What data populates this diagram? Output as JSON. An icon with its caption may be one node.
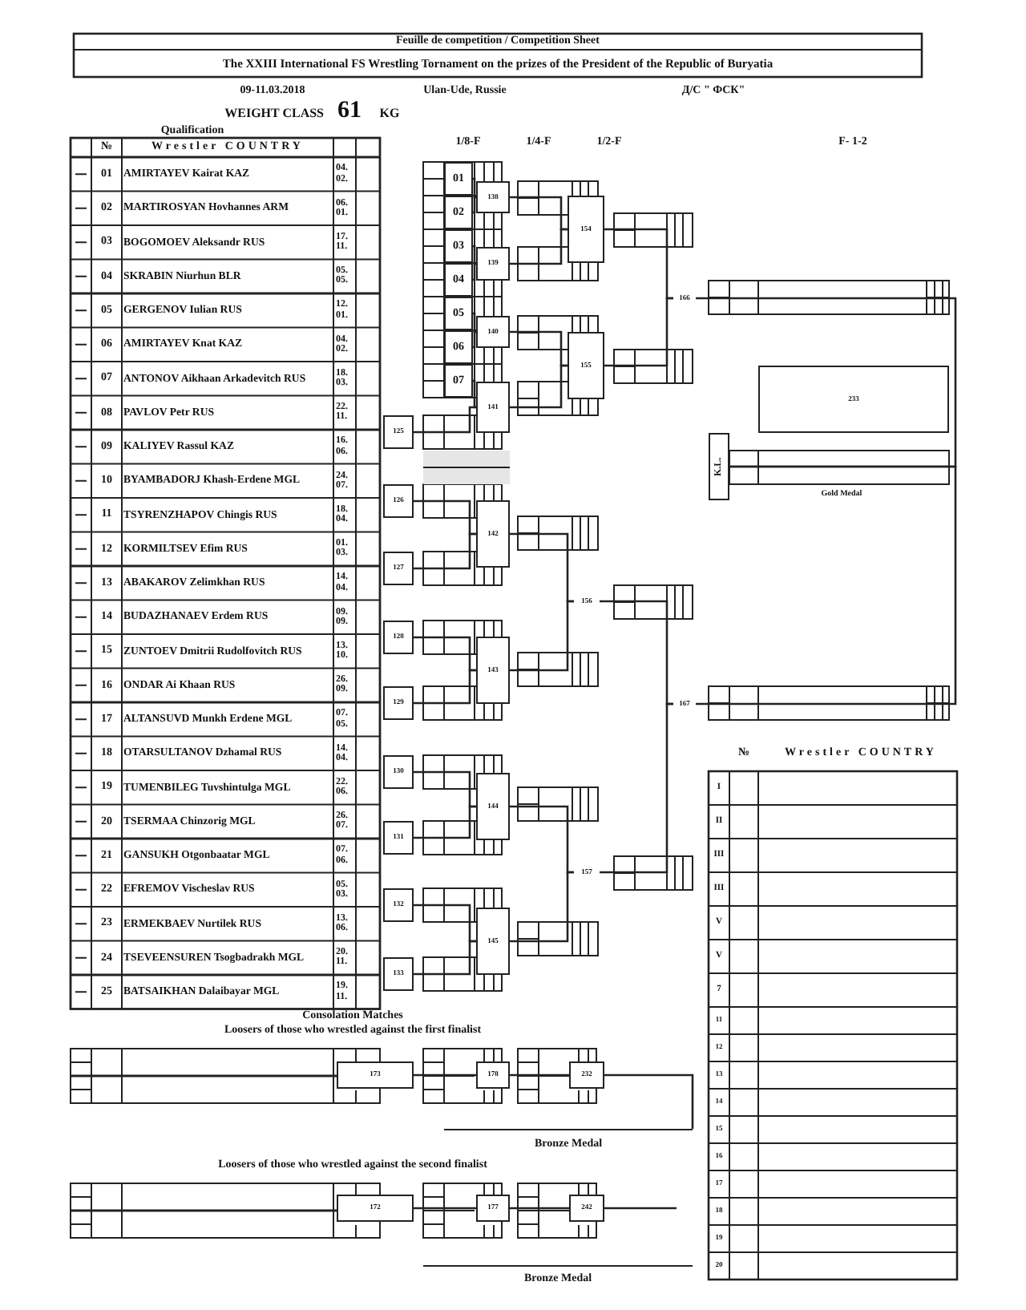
{
  "diagram": {
    "nodes": [
      {
        "text": [
          "01"
        ]
      },
      {
        "text": [
          "02"
        ]
      },
      {
        "text": [
          "03"
        ]
      },
      {
        "text": [
          "04"
        ]
      },
      {
        "text": [
          "05"
        ]
      },
      {
        "text": [
          "06"
        ]
      },
      {
        "text": [
          "07"
        ]
      },
      {
        "text": [
          "138"
        ]
      },
      {
        "text": [
          "139"
        ]
      },
      {
        "text": [
          "140"
        ]
      },
      {
        "text": [
          "141"
        ]
      },
      {
        "text": [
          "125"
        ]
      },
      {
        "text": [
          "126"
        ]
      },
      {
        "text": [
          "127"
        ]
      },
      {
        "text": [
          "128"
        ]
      },
      {
        "text": [
          "129"
        ]
      },
      {
        "text": [
          "130"
        ]
      },
      {
        "text": [
          "131"
        ]
      },
      {
        "text": [
          "132"
        ]
      },
      {
        "text": [
          "133"
        ]
      },
      {
        "text": [
          "142"
        ]
      },
      {
        "text": [
          "143"
        ]
      },
      {
        "text": [
          "144"
        ]
      },
      {
        "text": [
          "145"
        ]
      },
      {
        "text": [
          "154"
        ]
      },
      {
        "text": [
          "155"
        ]
      },
      {
        "text": [
          "156"
        ]
      },
      {
        "text": [
          "157"
        ]
      },
      {
        "text": [
          "166"
        ]
      },
      {
        "text": [
          "167"
        ]
      },
      {
        "text": [
          "233"
        ]
      },
      {
        "text": [
          "K.L."
        ]
      },
      {
        "text": [
          "173"
        ]
      },
      {
        "text": [
          "178"
        ]
      },
      {
        "text": [
          "232"
        ]
      },
      {
        "text": [
          "Bronze Medal"
        ]
      },
      {
        "text": [
          "172"
        ]
      },
      {
        "text": [
          "177"
        ]
      },
      {
        "text": [
          "242"
        ]
      }
    ],
    "edges": [
      {
        "from": 0,
        "to": 7,
        "arrow": "none"
      },
      {
        "from": 1,
        "to": 7,
        "arrow": "none"
      },
      {
        "from": 2,
        "to": 8,
        "arrow": "none"
      },
      {
        "from": 3,
        "to": 8,
        "arrow": "none"
      },
      {
        "from": 4,
        "to": 9,
        "arrow": "none"
      },
      {
        "from": 5,
        "to": 9,
        "arrow": "none"
      },
      {
        "from": 6,
        "to": 10,
        "arrow": "none"
      },
      {
        "from": 11,
        "to": 10,
        "arrow": "none"
      },
      {
        "from": 12,
        "to": 20,
        "arrow": "none"
      },
      {
        "from": 13,
        "to": 20,
        "arrow": "none"
      },
      {
        "from": 14,
        "to": 21,
        "arrow": "none"
      },
      {
        "from": 15,
        "to": 21,
        "arrow": "none"
      },
      {
        "from": 16,
        "to": 22,
        "arrow": "none"
      },
      {
        "from": 17,
        "to": 22,
        "arrow": "none"
      },
      {
        "from": 18,
        "to": 23,
        "arrow": "none"
      },
      {
        "from": 19,
        "to": 23,
        "arrow": "none"
      },
      {
        "from": 7,
        "to": 24,
        "arrow": "none"
      },
      {
        "from": 8,
        "to": 24,
        "arrow": "none"
      },
      {
        "from": 9,
        "to": 25,
        "arrow": "none"
      },
      {
        "from": 10,
        "to": 25,
        "arrow": "none"
      },
      {
        "from": 20,
        "to": 26,
        "arrow": "none"
      },
      {
        "from": 21,
        "to": 26,
        "arrow": "none"
      },
      {
        "from": 22,
        "to": 27,
        "arrow": "none"
      },
      {
        "from": 23,
        "to": 27,
        "arrow": "none"
      },
      {
        "from": 24,
        "to": 28,
        "arrow": "none"
      },
      {
        "from": 25,
        "to": 28,
        "arrow": "none"
      },
      {
        "from": 26,
        "to": 29,
        "arrow": "none"
      },
      {
        "from": 27,
        "to": 29,
        "arrow": "none"
      },
      {
        "from": 28,
        "to": 31,
        "arrow": "none"
      },
      {
        "from": 29,
        "to": 31,
        "arrow": "none"
      },
      {
        "from": 32,
        "to": 33,
        "arrow": "none"
      },
      {
        "from": 33,
        "to": 34,
        "arrow": "none"
      },
      {
        "from": 34,
        "to": 35,
        "arrow": "none"
      },
      {
        "from": 36,
        "to": 37,
        "arrow": "none"
      },
      {
        "from": 37,
        "to": 38,
        "arrow": "none"
      },
      {
        "from": 38,
        "to": null,
        "arrow": "none"
      }
    ],
    "labels": [
      "Feuille de competition / Competition Sheet",
      "The XXIII International FS Wrestling Tornament on the prizes of the President of the Republic of Buryatia",
      "09-11.03.2018",
      "Ulan-Ude, Russie",
      "Д/С \" ФСК\"",
      "WEIGHT CLASS",
      "61",
      "KG",
      "Qualification",
      "№",
      "Wrestler COUNTRY",
      "01",
      "AMIRTAYEV Kairat KAZ",
      "04. 02.",
      "02",
      "MARTIROSYAN Hovhannes ARM",
      "06. 01.",
      "03",
      "BOGOMOEV Aleksandr RUS",
      "17. 11.",
      "04",
      "SKRABIN Niurhun BLR",
      "05. 05.",
      "05",
      "GERGENOV Iulian RUS",
      "12. 01.",
      "06",
      "AMIRTAYEV Knat KAZ",
      "04. 02.",
      "07",
      "ANTONOV Aikhaan Arkadevitch RUS",
      "18. 03.",
      "08",
      "PAVLOV Petr RUS",
      "22. 11.",
      "09",
      "KALIYEV Rassul KAZ",
      "16. 06.",
      "10",
      "BYAMBADORJ Khash-Erdene MGL",
      "24. 07.",
      "11",
      "TSYRENZHAPOV Chingis RUS",
      "18. 04.",
      "12",
      "KORMILTSEV Efim RUS",
      "01. 03.",
      "13",
      "ABAKAROV Zelimkhan RUS",
      "14. 04.",
      "14",
      "BUDAZHANAEV Erdem RUS",
      "09. 09.",
      "15",
      "ZUNTOEV Dmitrii Rudolfovitch RUS",
      "13. 10.",
      "16",
      "ONDAR Ai Khaan RUS",
      "26. 09.",
      "17",
      "ALTANSUVD Munkh Erdene MGL",
      "07. 05.",
      "18",
      "OTARSULTANOV Dzhamal RUS",
      "14. 04.",
      "19",
      "TUMENBILEG Tuvshintulga MGL",
      "22. 06.",
      "20",
      "TSERMAA Chinzorig MGL",
      "26. 07.",
      "21",
      "GANSUKH Otgonbaatar MGL",
      "07. 06.",
      "22",
      "EFREMOV Vischeslav RUS",
      "05. 03.",
      "23",
      "ERMEKBAEV Nurtilek RUS",
      "13. 06.",
      "24",
      "TSEVEENSUREN Tsogbadrakh MGL",
      "20. 11.",
      "25",
      "BATSAIKHAN Dalaibayar MGL",
      "19. 11.",
      "1/8-F",
      "1/4-F",
      "1/2-F",
      "F- 1-2",
      "Gold Medal",
      "№",
      "Wrestler COUNTRY",
      "I",
      "II",
      "III",
      "III",
      "V",
      "V",
      "7",
      "11",
      "12",
      "13",
      "14",
      "15",
      "16",
      "17",
      "18",
      "19",
      "20",
      "Consolation Matches",
      "Loosers of those who wrestled against the first finalist",
      "Loosers of those who wrestled against the second finalist",
      "Bronze Medal"
    ]
  }
}
